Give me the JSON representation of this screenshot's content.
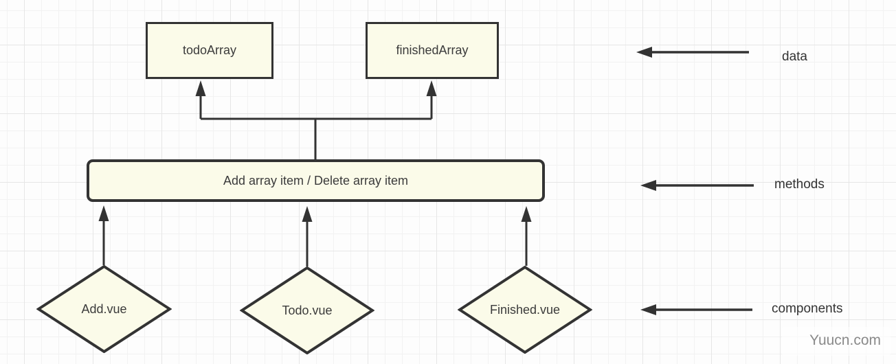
{
  "diagram": {
    "nodes": {
      "todo_array": {
        "label": "todoArray"
      },
      "finished_array": {
        "label": "finishedArray"
      },
      "methods": {
        "label": "Add array item / Delete array item"
      },
      "add_vue": {
        "label": "Add.vue"
      },
      "todo_vue": {
        "label": "Todo.vue"
      },
      "finished_vue": {
        "label": "Finished.vue"
      }
    },
    "legend": [
      {
        "label": "data"
      },
      {
        "label": "methods"
      },
      {
        "label": "components"
      }
    ],
    "watermark": {
      "text": "Yuucn.com"
    },
    "colors": {
      "node_fill": "#fbfbe9",
      "node_border": "#333333",
      "arrow": "#333333",
      "text": "#3b3b3b",
      "grid_minor": "#f2f2f2",
      "grid_major": "#e6e6e6",
      "watermark_text": "#8a8a8a"
    }
  }
}
